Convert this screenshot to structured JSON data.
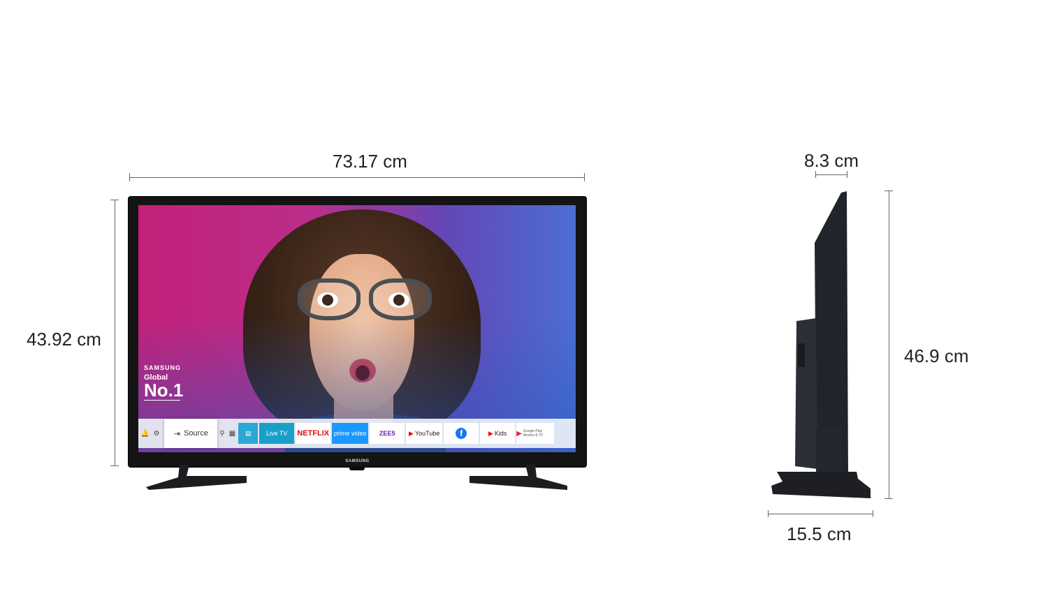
{
  "dimensions": {
    "width": "73.17 cm",
    "height": "43.92 cm",
    "depth_top": "8.3 cm",
    "depth_stand": "15.5 cm",
    "height_with_stand": "46.9 cm"
  },
  "screen": {
    "promo_brand": "SAMSUNG",
    "promo_global": "Global",
    "promo_no1": "No.1",
    "source_label": "Source",
    "apps": [
      "Live TV",
      "NETFLIX",
      "prime video",
      "ZEE5",
      "YouTube",
      "f",
      "Kids",
      "Google Play Movies & TV"
    ]
  },
  "bezel_logo": "SAMSUNG",
  "colors": {
    "netflix": "#e50914",
    "prime": "#1a98ff",
    "youtube": "#ff0000",
    "facebook": "#1877f2",
    "livetv": "#19a0c8"
  }
}
